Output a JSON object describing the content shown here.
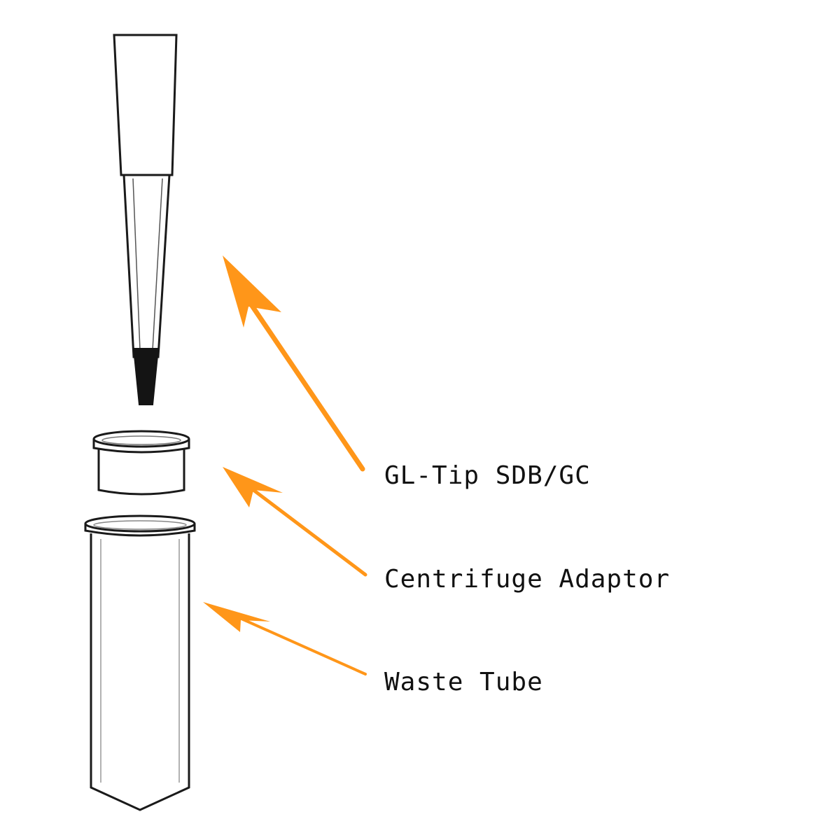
{
  "labels": {
    "tip": "GL-Tip SDB/GC",
    "adaptor": "Centrifuge Adaptor",
    "tube": "Waste Tube"
  },
  "colors": {
    "arrow": "#ff9619",
    "outline": "#1a1a1a",
    "packing": "#141414"
  }
}
